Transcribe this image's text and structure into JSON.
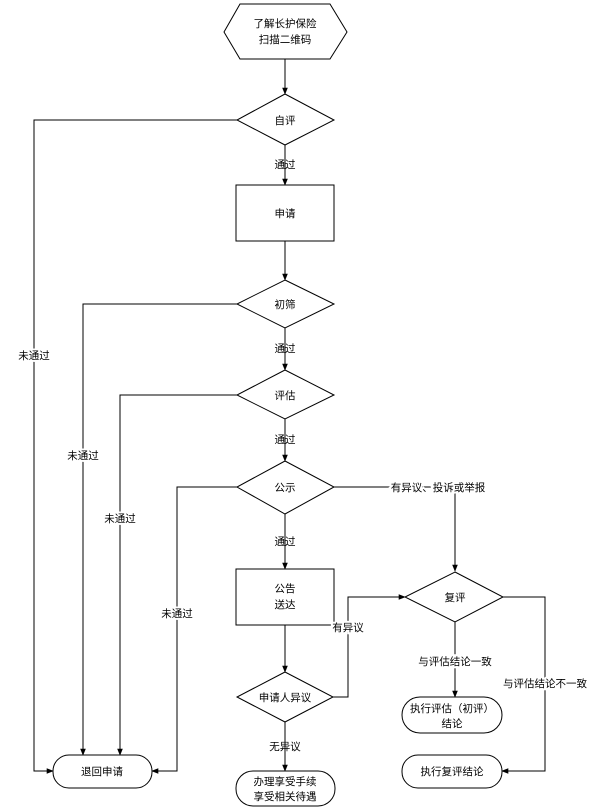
{
  "nodes": {
    "start": {
      "line1": "了解长护保险",
      "line2": "扫描二维码"
    },
    "self_eval": "自评",
    "apply": "申请",
    "screen": "初筛",
    "assess": "评估",
    "publicize": "公示",
    "announce": {
      "line1": "公告",
      "line2": "送达"
    },
    "applicant_objection": "申请人异议",
    "review": "复评",
    "return_apply": "退回申请",
    "handle_benefit": {
      "line1": "办理享受手续",
      "line2": "享受相关待遇"
    },
    "exec_initial": {
      "line1": "执行评估（初评）",
      "line2": "结论"
    },
    "exec_review": "执行复评结论"
  },
  "edges": {
    "pass_self": "通过",
    "fail_self": "未通过",
    "pass_screen": "通过",
    "fail_screen": "未通过",
    "pass_assess": "通过",
    "fail_assess": "未通过",
    "pass_public": "通过",
    "fail_public": "未通过",
    "objection_complaint": "有异议、投诉或举报",
    "has_objection": "有异议",
    "no_objection": "无异议",
    "consistent": "与评估结论一致",
    "inconsistent": "与评估结论不一致"
  }
}
